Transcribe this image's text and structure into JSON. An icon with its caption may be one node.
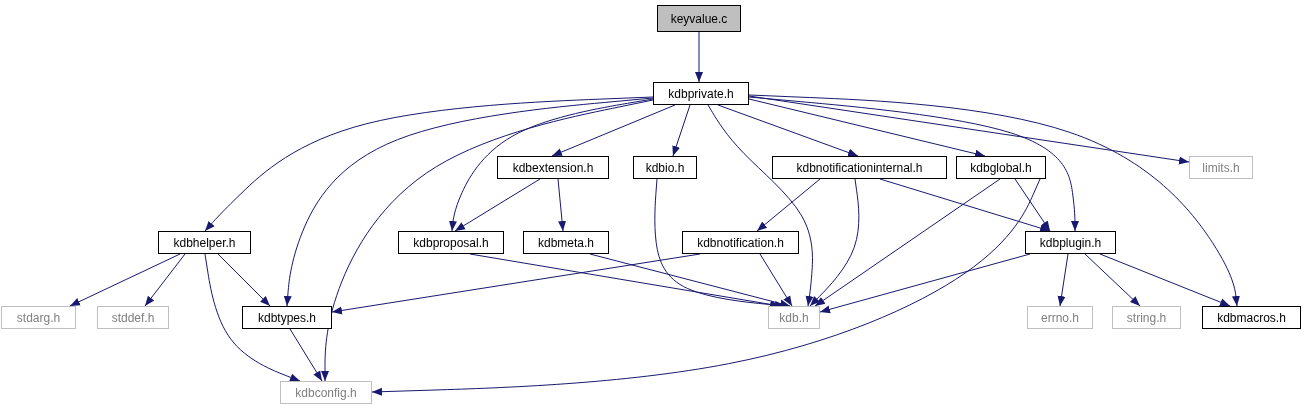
{
  "diagram": {
    "nodes": [
      {
        "text": [
          "keyvalue.c"
        ]
      },
      {
        "text": [
          "kdbprivate.h"
        ]
      },
      {
        "text": [
          "kdbextension.h"
        ]
      },
      {
        "text": [
          "kdbio.h"
        ]
      },
      {
        "text": [
          "kdbnotificationinternal.h"
        ]
      },
      {
        "text": [
          "kdbglobal.h"
        ]
      },
      {
        "text": [
          "limits.h"
        ]
      },
      {
        "text": [
          "kdbhelper.h"
        ]
      },
      {
        "text": [
          "kdbproposal.h"
        ]
      },
      {
        "text": [
          "kdbmeta.h"
        ]
      },
      {
        "text": [
          "kdbnotification.h"
        ]
      },
      {
        "text": [
          "kdbplugin.h"
        ]
      },
      {
        "text": [
          "stdarg.h"
        ]
      },
      {
        "text": [
          "stddef.h"
        ]
      },
      {
        "text": [
          "kdbtypes.h"
        ]
      },
      {
        "text": [
          "kdb.h"
        ]
      },
      {
        "text": [
          "errno.h"
        ]
      },
      {
        "text": [
          "string.h"
        ]
      },
      {
        "text": [
          "kdbmacros.h"
        ]
      },
      {
        "text": [
          "kdbconfig.h"
        ]
      }
    ],
    "edges": [
      {
        "from": 0,
        "to": 1,
        "arrow": "to"
      },
      {
        "from": 1,
        "to": 7,
        "arrow": "to"
      },
      {
        "from": 1,
        "to": 14,
        "arrow": "to"
      },
      {
        "from": 1,
        "to": 8,
        "arrow": "to"
      },
      {
        "from": 1,
        "to": 19,
        "arrow": "to"
      },
      {
        "from": 1,
        "to": 2,
        "arrow": "to"
      },
      {
        "from": 1,
        "to": 3,
        "arrow": "to"
      },
      {
        "from": 1,
        "to": 15,
        "arrow": "to"
      },
      {
        "from": 1,
        "to": 4,
        "arrow": "to"
      },
      {
        "from": 1,
        "to": 5,
        "arrow": "to"
      },
      {
        "from": 1,
        "to": 11,
        "arrow": "to"
      },
      {
        "from": 1,
        "to": 6,
        "arrow": "to"
      },
      {
        "from": 1,
        "to": 18,
        "arrow": "to"
      },
      {
        "from": 2,
        "to": 8,
        "arrow": "to"
      },
      {
        "from": 2,
        "to": 9,
        "arrow": "to"
      },
      {
        "from": 3,
        "to": 15,
        "arrow": "to"
      },
      {
        "from": 4,
        "to": 10,
        "arrow": "to"
      },
      {
        "from": 4,
        "to": 15,
        "arrow": "to"
      },
      {
        "from": 4,
        "to": 11,
        "arrow": "to"
      },
      {
        "from": 5,
        "to": 11,
        "arrow": "to"
      },
      {
        "from": 5,
        "to": 15,
        "arrow": "to"
      },
      {
        "from": 5,
        "to": 19,
        "arrow": "to"
      },
      {
        "from": 7,
        "to": 12,
        "arrow": "to"
      },
      {
        "from": 7,
        "to": 13,
        "arrow": "to"
      },
      {
        "from": 7,
        "to": 14,
        "arrow": "to"
      },
      {
        "from": 7,
        "to": 19,
        "arrow": "to"
      },
      {
        "from": 8,
        "to": 15,
        "arrow": "to"
      },
      {
        "from": 9,
        "to": 15,
        "arrow": "to"
      },
      {
        "from": 10,
        "to": 14,
        "arrow": "to"
      },
      {
        "from": 10,
        "to": 15,
        "arrow": "to"
      },
      {
        "from": 11,
        "to": 15,
        "arrow": "to"
      },
      {
        "from": 11,
        "to": 16,
        "arrow": "to"
      },
      {
        "from": 11,
        "to": 17,
        "arrow": "to"
      },
      {
        "from": 11,
        "to": 18,
        "arrow": "to"
      },
      {
        "from": 14,
        "to": 19,
        "arrow": "to"
      }
    ]
  }
}
